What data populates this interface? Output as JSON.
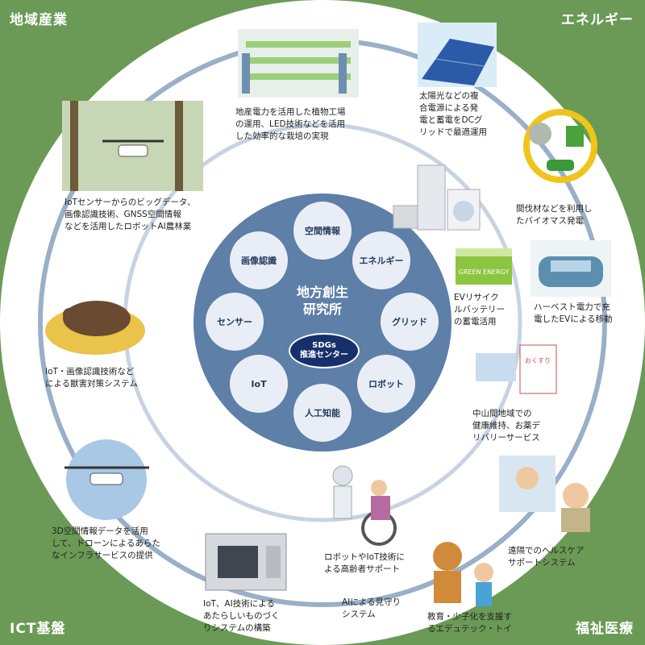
{
  "corners": {
    "top_left": "地域産業",
    "top_right": "エネルギー",
    "bottom_left": "ICT基盤",
    "bottom_right": "福祉医療"
  },
  "center": {
    "title_line1": "地方創生",
    "title_line2": "研究所",
    "badge_line1": "SDGs",
    "badge_line2": "推進センター"
  },
  "technologies": [
    "空間情報",
    "エネルギー",
    "グリッド",
    "ロボット",
    "人工知能",
    "IoT",
    "センサー",
    "画像認識"
  ],
  "captions": {
    "plant_factory": [
      "地産電力を活用した植物工場",
      "の運用、LED技術などを活用",
      "した効率的な栽培の実現"
    ],
    "solar": [
      "太陽光などの複",
      "合電源による発",
      "電と蓄電をDCグ",
      "リッドで最適運用"
    ],
    "biomass": [
      "間伐材などを利用し",
      "たバイオマス発電"
    ],
    "ev_battery": [
      "EVリサイク",
      "ルバッテリー",
      "の蓄電活用"
    ],
    "harvest_ev": [
      "ハーベスト電力で充",
      "電したEVによる移動"
    ],
    "medicine": [
      "中山間地域での",
      "健康維持、お薬デ",
      "リバリーサービス"
    ],
    "forestry": [
      "IoTセンサーからのビッグデータ、",
      "画像認識技術、GNSS空間情報",
      "などを活用したロボットAI農林業"
    ],
    "wildlife": [
      "IoT・画像認識技術など",
      "による獣害対策システム"
    ],
    "drone3d": [
      "3D空間情報データを活用",
      "して、ドローンによるあらた",
      "なインフラサービスの提供"
    ],
    "manufacturing": [
      "IoT、AI技術による",
      "あたらしいものづく",
      "りシステムの構築"
    ],
    "elderly": [
      "ロボットやIoT技術に",
      "よる高齢者サポート"
    ],
    "watch": [
      "AIによる見守り",
      "システム"
    ],
    "edutech": [
      "教育・少子化を支援す",
      "るエデュテック・トイ"
    ],
    "telehealth": [
      "遠隔でのヘルスケア",
      "サポートシステム"
    ]
  },
  "labels": {
    "battery_text": "GREEN ENERGY",
    "medicine_bag": "おくすり"
  }
}
